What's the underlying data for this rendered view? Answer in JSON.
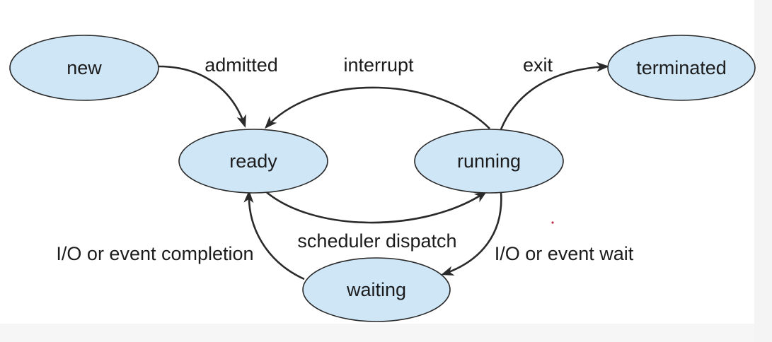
{
  "states": {
    "new": "new",
    "terminated": "terminated",
    "ready": "ready",
    "running": "running",
    "waiting": "waiting"
  },
  "transitions": {
    "admitted": "admitted",
    "interrupt": "interrupt",
    "exit": "exit",
    "scheduler_dispatch": "scheduler dispatch",
    "io_event_completion": "I/O or event completion",
    "io_event_wait": "I/O or event wait"
  },
  "colors": {
    "state_fill": "#cfe6f7",
    "stroke": "#2a2a2a"
  }
}
